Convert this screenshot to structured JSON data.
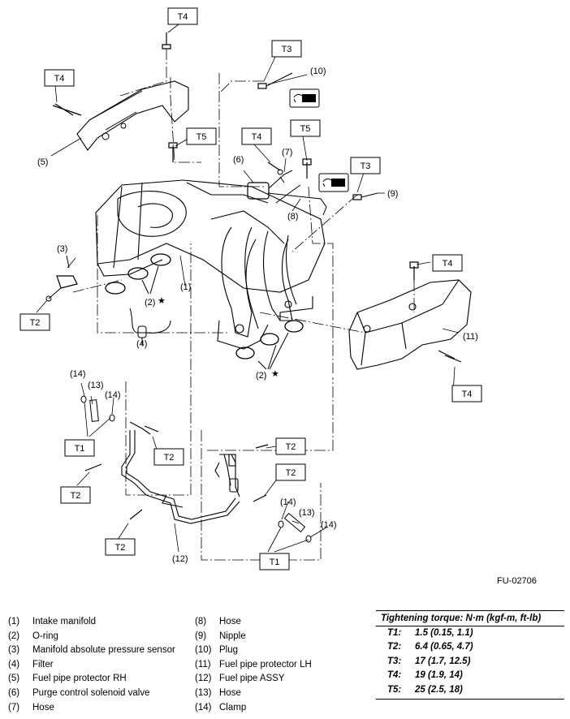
{
  "figure_code": "FU-02706",
  "torque_tags": [
    "T1",
    "T2",
    "T3",
    "T4",
    "T5"
  ],
  "callouts": [
    "(1)",
    "(2)",
    "(3)",
    "(4)",
    "(5)",
    "(6)",
    "(7)",
    "(8)",
    "(9)",
    "(10)",
    "(11)",
    "(12)",
    "(13)",
    "(14)"
  ],
  "star_symbol": "★",
  "parts_left": [
    {
      "num": "(1)",
      "name": "Intake manifold"
    },
    {
      "num": "(2)",
      "name": "O-ring"
    },
    {
      "num": "(3)",
      "name": "Manifold absolute pressure sensor"
    },
    {
      "num": "(4)",
      "name": "Filter"
    },
    {
      "num": "(5)",
      "name": "Fuel pipe protector RH"
    },
    {
      "num": "(6)",
      "name": "Purge control solenoid valve"
    },
    {
      "num": "(7)",
      "name": "Hose"
    }
  ],
  "parts_right": [
    {
      "num": "(8)",
      "name": "Hose"
    },
    {
      "num": "(9)",
      "name": "Nipple"
    },
    {
      "num": "(10)",
      "name": "Plug"
    },
    {
      "num": "(11)",
      "name": "Fuel pipe protector LH"
    },
    {
      "num": "(12)",
      "name": "Fuel pipe ASSY"
    },
    {
      "num": "(13)",
      "name": "Hose"
    },
    {
      "num": "(14)",
      "name": "Clamp"
    }
  ],
  "torque_table": {
    "title": "Tightening torque: N·m (kgf-m, ft-lb)",
    "rows": [
      {
        "key": "T1:",
        "value": "1.5 (0.15, 1.1)"
      },
      {
        "key": "T2:",
        "value": "6.4 (0.65, 4.7)"
      },
      {
        "key": "T3:",
        "value": "17 (1.7, 12.5)"
      },
      {
        "key": "T4:",
        "value": "19 (1.9, 14)"
      },
      {
        "key": "T5:",
        "value": "25 (2.5, 18)"
      }
    ]
  }
}
